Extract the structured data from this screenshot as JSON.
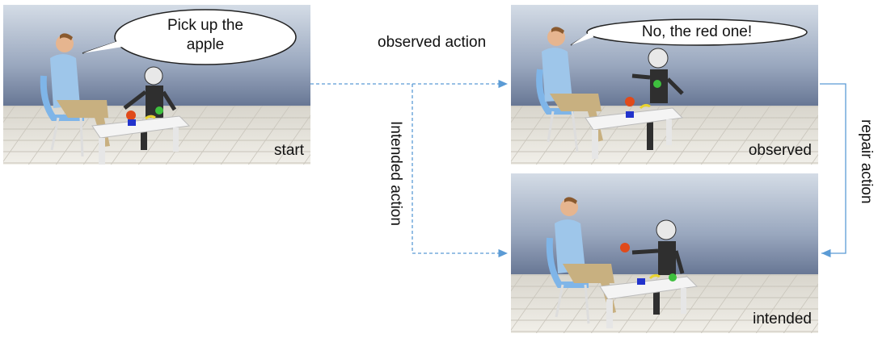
{
  "panels": {
    "start": {
      "label": "start",
      "speech_line1": "Pick up the",
      "speech_line2": "apple"
    },
    "observed": {
      "label": "observed",
      "speech": "No,  the red one!"
    },
    "intended": {
      "label": "intended"
    }
  },
  "arrows": {
    "observed_action": "observed action",
    "intended_action": "Intended action",
    "repair_action": "repair action"
  },
  "colors": {
    "arrow": "#5b9bd5",
    "sky_top": "#c9d3e0",
    "sky_bottom": "#6a7a96",
    "floor": "#e8e5dc",
    "apple_red": "#e04a1a",
    "apple_green": "#3ec03e",
    "cube_blue": "#2233cc",
    "banana": "#e8d230"
  }
}
